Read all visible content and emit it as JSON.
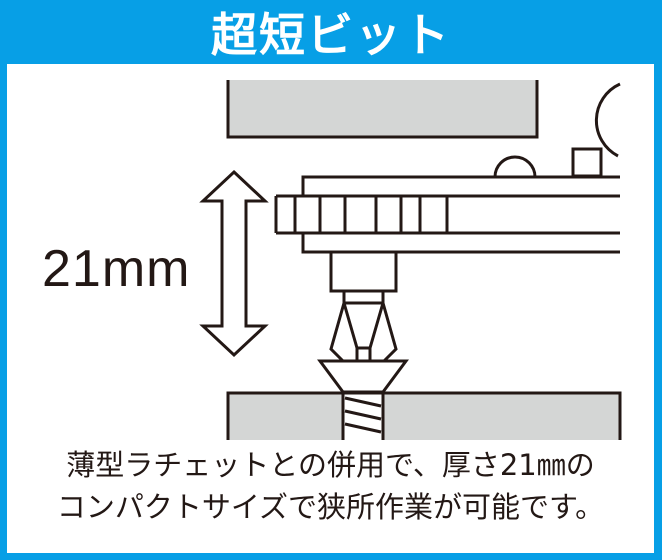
{
  "header": {
    "title": "超短ビット"
  },
  "diagram": {
    "dimension_label": "21mm",
    "parts": [
      "upper-workpiece",
      "thin-ratchet",
      "socket",
      "short-bit",
      "screw",
      "lower-workpiece",
      "dimension-arrow"
    ]
  },
  "caption": {
    "line1": "薄型ラチェットとの併用で、厚さ21㎜の",
    "line2": "コンパクトサイズで狭所作業が可能です。"
  },
  "colors": {
    "frame": "#079fe6",
    "line": "#231815",
    "workpiece_fill": "#d4d6d5",
    "background": "#ffffff"
  }
}
